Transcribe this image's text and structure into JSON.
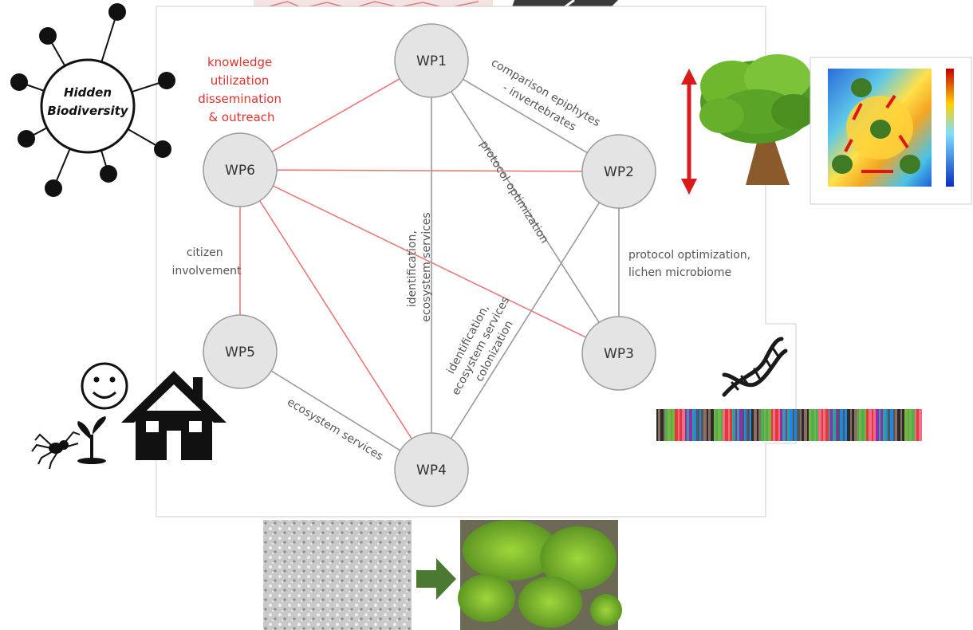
{
  "hub": {
    "title_line1": "Hidden",
    "title_line2": "Biodiversity"
  },
  "nodes": {
    "wp1": "WP1",
    "wp2": "WP2",
    "wp3": "WP3",
    "wp4": "WP4",
    "wp5": "WP5",
    "wp6": "WP6"
  },
  "edge_labels": {
    "knowledge": [
      "knowledge",
      "utilization",
      "dissemination",
      "& outreach"
    ],
    "comparison": [
      "comparison epiphytes",
      "- invertebrates"
    ],
    "protocol_wp1_wp3": "protocol optimization",
    "identification_wp1_wp4": [
      "identification,",
      "ecosystem services"
    ],
    "protocol_lichen": [
      "protocol optimization,",
      "lichen microbiome"
    ],
    "citizen": [
      "citizen",
      "involvement"
    ],
    "identification_wp2_wp4": [
      "identification,",
      "ecosystem services",
      "colonization"
    ],
    "ecosystem_wp5_wp4": "ecosystem services"
  },
  "colors": {
    "red_edge": "#e8797a",
    "grey_edge": "#9a9a9a",
    "node_fill": "#e4e4e4",
    "node_stroke": "#9a9a9a",
    "red_text": "#e2312d",
    "arrow_green": "#4a7a32",
    "vertical_arrow": "#d81b1b"
  }
}
